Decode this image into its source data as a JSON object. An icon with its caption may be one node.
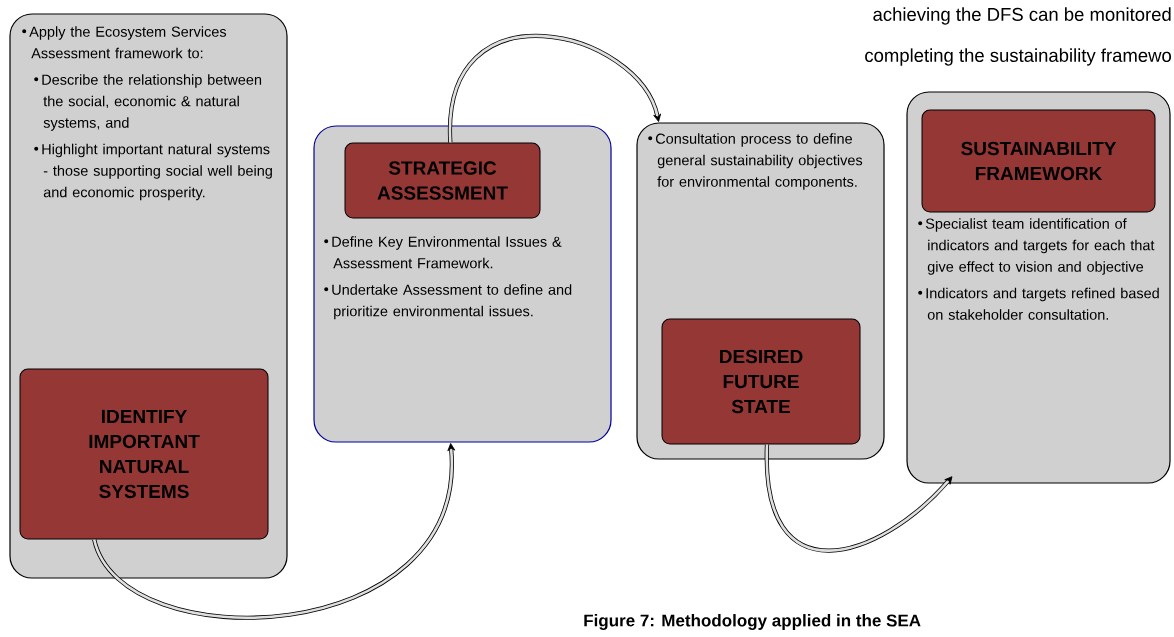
{
  "diagram": {
    "caption": "Figure 7: Methodology applied in the SEA",
    "nodes": [
      {
        "text": [
          "Apply the Ecosystem Services Assessment framework to:",
          "Describe the relationship between the social, economic & natural systems, and",
          "Highlight important natural systems - those supporting social well being and economic prosperity."
        ]
      },
      {
        "text": [
          "IDENTIFY IMPORTANT NATURAL SYSTEMS"
        ],
        "in": 0
      },
      {
        "text": [
          "Define Key Environmental Issues & Assessment Framework.",
          "Undertake Assessment to define and prioritize environmental issues."
        ]
      },
      {
        "text": [
          "STRATEGIC ASSESSMENT"
        ],
        "in": 2
      },
      {
        "text": [
          "Consultation process to define general sustainability objectives for environmental components."
        ]
      },
      {
        "text": [
          "DESIRED FUTURE STATE"
        ],
        "in": 4
      },
      {
        "text": [
          "Specialist team identification of indicators and targets for each that give effect to vision and objective",
          "Indicators and targets refined based on stakeholder consultation."
        ]
      },
      {
        "text": [
          "SUSTAINABILITY FRAMEWORK"
        ],
        "in": 6
      }
    ],
    "edges": [
      {
        "from": 1,
        "to": 2,
        "arrow": "to"
      },
      {
        "from": 3,
        "to": 4,
        "arrow": "to"
      },
      {
        "from": 5,
        "to": 6,
        "arrow": "to"
      }
    ],
    "labels": [
      "achieving the DFS can be monitored",
      "completing the sustainability framewo"
    ]
  }
}
